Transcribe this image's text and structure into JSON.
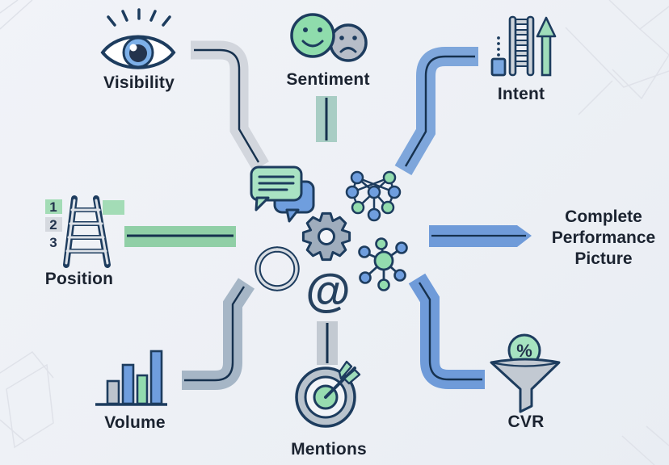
{
  "nodes": {
    "visibility": {
      "label": "Visibility",
      "icon": "eye-icon"
    },
    "sentiment": {
      "label": "Sentiment",
      "icon": "happy-sad-faces-icon"
    },
    "intent": {
      "label": "Intent",
      "icon": "ladder-up-arrow-icon"
    },
    "position": {
      "label": "Position",
      "icon": "ranking-ladder-icon",
      "ranks": [
        "1",
        "2",
        "3"
      ]
    },
    "volume": {
      "label": "Volume",
      "icon": "bar-chart-icon"
    },
    "mentions": {
      "label": "Mentions",
      "icon": "target-dart-icon"
    },
    "cvr": {
      "label": "CVR",
      "icon": "funnel-percent-icon",
      "percent": "%"
    }
  },
  "center": {
    "at_symbol": "@",
    "icons": [
      "chat-bubbles-icon",
      "neural-network-icon",
      "gear-icon",
      "openai-logo-icon",
      "at-symbol",
      "molecule-hub-icon"
    ]
  },
  "output": {
    "label": "Complete Performance Picture"
  },
  "colors": {
    "background": "#eef1f5",
    "outline_navy": "#1d3c5e",
    "text": "#1b2330",
    "pipe_gray": "#d2d6dd",
    "pipe_silver": "#c3cad2",
    "pipe_slate": "#a6b6c6",
    "pipe_teal": "#a8cdc4",
    "pipe_green": "#90cfa6",
    "pipe_blue": "#7ea6db",
    "arrow_blue": "#6f9bd9",
    "icon_blue": "#6f9ede",
    "icon_green": "#93dcae",
    "icon_gray": "#9fadbd"
  }
}
